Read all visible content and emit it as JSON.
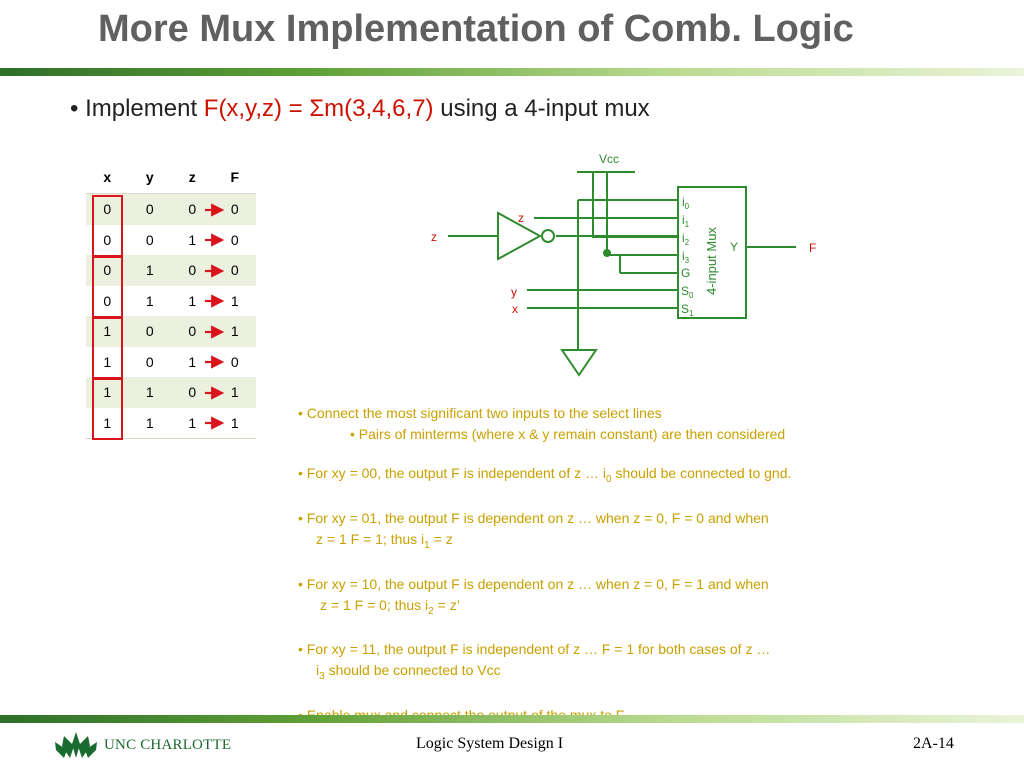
{
  "slide": {
    "title": "More Mux Implementation of Comb. Logic",
    "bullet_prefix": "• Implement ",
    "bullet_function": "F(x,y,z) = Σm(3,4,6,7)",
    "bullet_suffix": " using a 4-input mux"
  },
  "truth_table": {
    "headers": [
      "x",
      "y",
      "z",
      "F"
    ],
    "rows": [
      [
        "0",
        "0",
        "0",
        "0"
      ],
      [
        "0",
        "0",
        "1",
        "0"
      ],
      [
        "0",
        "1",
        "0",
        "0"
      ],
      [
        "0",
        "1",
        "1",
        "1"
      ],
      [
        "1",
        "0",
        "0",
        "1"
      ],
      [
        "1",
        "0",
        "1",
        "0"
      ],
      [
        "1",
        "1",
        "0",
        "1"
      ],
      [
        "1",
        "1",
        "1",
        "1"
      ]
    ]
  },
  "diagram": {
    "vcc": "Vcc",
    "z_in": "z",
    "z_out": "z",
    "y": "y",
    "x": "x",
    "mux_label": "4-input Mux",
    "pins": {
      "i": "i",
      "sub0": "0",
      "sub1": "1",
      "sub2": "2",
      "sub3": "3",
      "g": "G",
      "s": "S",
      "y": "Y"
    },
    "output": "F"
  },
  "notes": {
    "n1": "• Connect the most significant two inputs to the select lines",
    "n1b": "• Pairs of minterms (where x & y remain constant) are then considered",
    "n2a": "• For xy = 00, the output F is independent of z … i",
    "n2sub": "0",
    "n2b": " should be connected to gnd.",
    "n3a": "• For xy = 01, the output F is dependent on z … when z = 0, F = 0 and when",
    "n3b": "z = 1 F = 1; thus i",
    "n3sub": "1",
    "n3c": " = z",
    "n4a": "• For xy = 10, the output F is dependent on z … when z = 0, F = 1 and when",
    "n4b": "z = 1 F = 0; thus i",
    "n4sub": "2",
    "n4c": " = z’",
    "n5a": "• For xy = 11, the output F is independent of z … F = 1 for both cases of z …",
    "n5b": "i",
    "n5sub": "3",
    "n5c": " should be connected to Vcc",
    "n6": "• Enable mux and connect the output of the mux to F"
  },
  "footer": {
    "logo_text": "UNC CHARLOTTE",
    "course": "Logic System Design I",
    "page": "2A-14"
  },
  "colors": {
    "wire_green": "#2e8b2e",
    "note_text": "#c8a000",
    "highlight_red": "#d9141d",
    "function_red": "#cc1100"
  }
}
